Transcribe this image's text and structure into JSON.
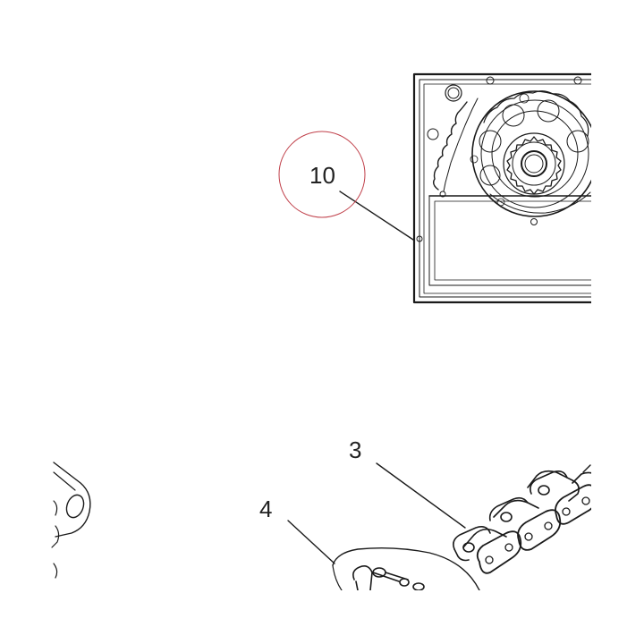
{
  "callouts": {
    "part_10": "10",
    "part_3": "3",
    "part_4": "4"
  },
  "colors": {
    "line": "#1a1a1a",
    "highlight_circle": "#c0404a",
    "background": "#ffffff"
  }
}
